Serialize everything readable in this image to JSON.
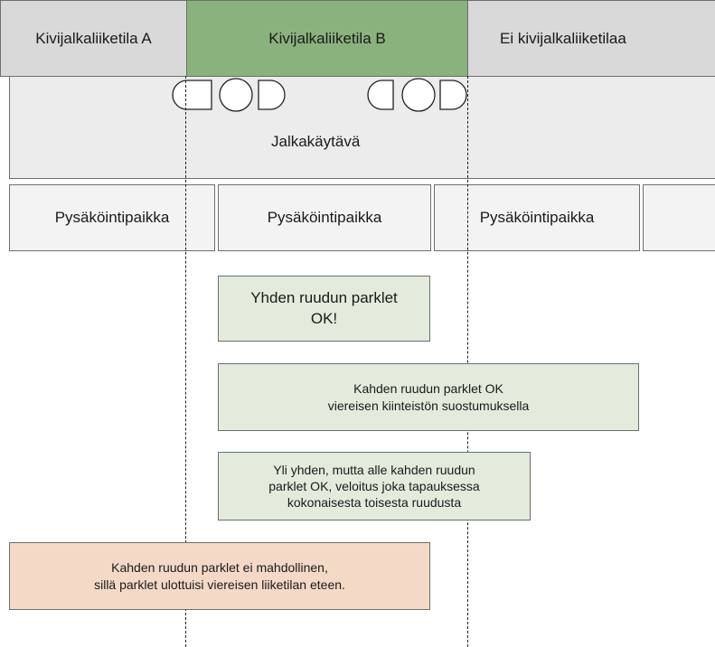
{
  "shops": [
    {
      "label": "Kivijalkaliiketila A"
    },
    {
      "label": "Kivijalkaliiketila B"
    },
    {
      "label": "Ei kivijalkaliiketilaa"
    }
  ],
  "sidewalk": {
    "label": "Jalkakäytävä"
  },
  "parking": [
    {
      "label": "Pysäköintipaikka"
    },
    {
      "label": "Pysäköintipaikka"
    },
    {
      "label": "Pysäköintipaikka"
    },
    {
      "label": ""
    }
  ],
  "notes": {
    "single": "Yhden ruudun parklet\nOK!",
    "double_consent": "Kahden ruudun parklet OK\nviereisen kiinteistön suostumuksella",
    "partial": "Yli yhden, mutta alle kahden ruudun\nparklet OK, veloitus joka tapauksessa\nkokonaisesta toisesta ruudusta",
    "not_possible": "Kahden ruudun parklet ei mahdollinen,\nsillä parklet ulottuisi viereisen liiketilan eteen."
  },
  "colors": {
    "shop_gray": "#d9d9d9",
    "shop_green": "#8ab27c",
    "sidewalk": "#ececec",
    "parking": "#f3f3f3",
    "note_green": "#e3ebdd",
    "note_peach": "#f3d9c6"
  }
}
